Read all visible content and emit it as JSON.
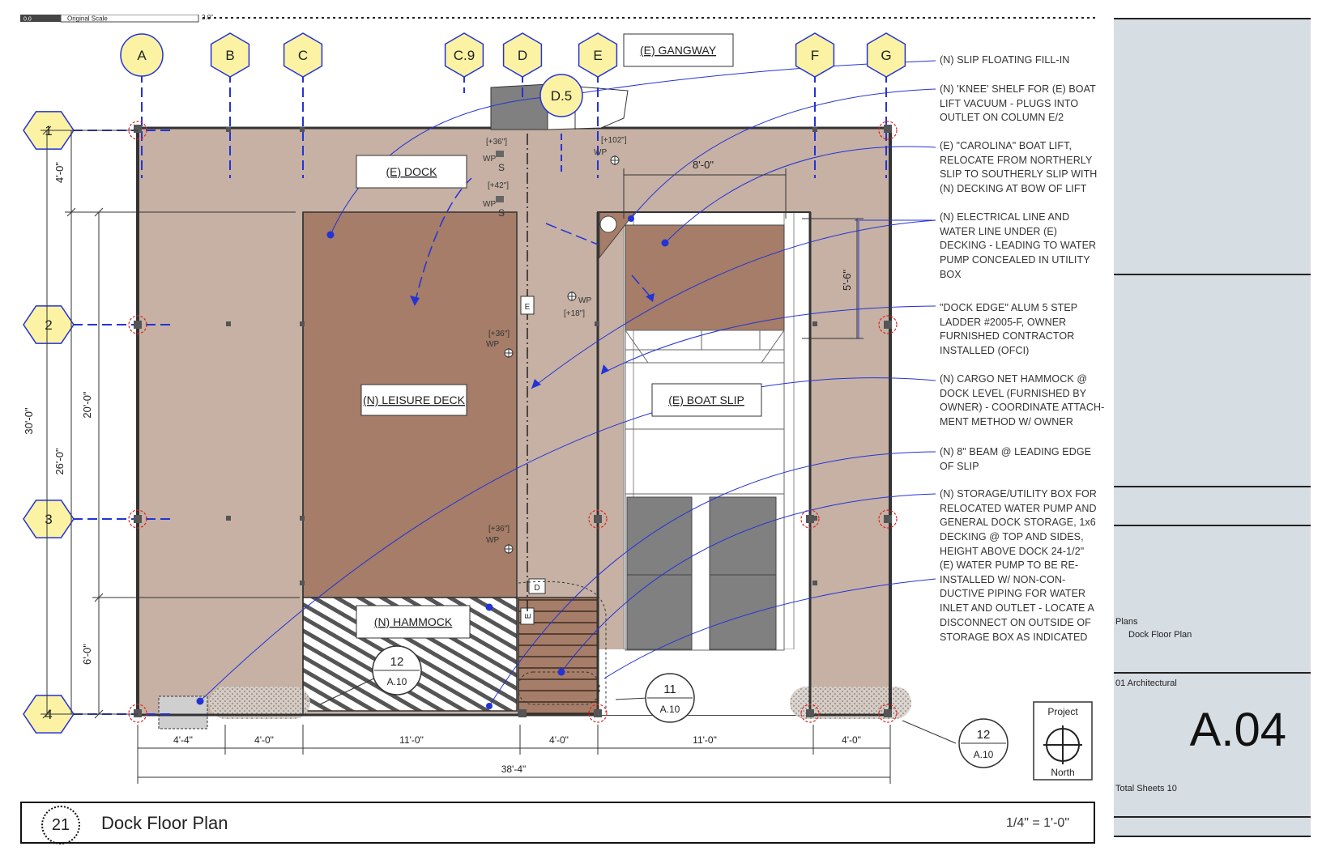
{
  "scale_bar": {
    "start": "0.0",
    "label": "Original Scale",
    "end": "2.0\""
  },
  "grid_columns": [
    {
      "id": "col-a",
      "label": "A"
    },
    {
      "id": "col-b",
      "label": "B"
    },
    {
      "id": "col-c",
      "label": "C"
    },
    {
      "id": "col-c9",
      "label": "C.9"
    },
    {
      "id": "col-d",
      "label": "D"
    },
    {
      "id": "col-d5",
      "label": "D.5"
    },
    {
      "id": "col-e",
      "label": "E"
    },
    {
      "id": "col-f",
      "label": "F"
    },
    {
      "id": "col-g",
      "label": "G"
    }
  ],
  "grid_rows": [
    "1",
    "2",
    "3",
    "4"
  ],
  "room_labels": {
    "gangway": "(E) GANGWAY",
    "dock": "(E) DOCK",
    "leisure_deck": "(N) LEISURE DECK",
    "boat_slip": "(E) BOAT SLIP",
    "hammock": "(N) HAMMOCK"
  },
  "annotations": {
    "wp_36_a": "[+36\"]",
    "wp_42": "[+42\"]",
    "wp_102": "[+102\"]",
    "wp_18": "[+18\"]",
    "wp_36_b": "[+36\"]",
    "wp_36_c": "[+36\"]",
    "wp": "WP",
    "switch": "S",
    "e": "E",
    "d": "D"
  },
  "dimensions": {
    "d_4_0_left": "4'-0\"",
    "d_30_0": "30'-0\"",
    "d_26_0": "26'-0\"",
    "d_20_0": "20'-0\"",
    "d_6_0": "6'-0\"",
    "d_8_0": "8'-0\"",
    "d_5_6": "5'-6\"",
    "b_4_4": "4'-4\"",
    "b_4_0_a": "4'-0\"",
    "b_11_0_a": "11'-0\"",
    "b_4_0_b": "4'-0\"",
    "b_11_0_b": "11'-0\"",
    "b_4_0_c": "4'-0\"",
    "b_38_4": "38'-4\""
  },
  "section_tags": {
    "t1": {
      "num": "12",
      "sheet": "A.10"
    },
    "t2": {
      "num": "11",
      "sheet": "A.10"
    },
    "t3": {
      "num": "12",
      "sheet": "A.10"
    }
  },
  "north": {
    "top": "Project",
    "bottom": "North"
  },
  "notes": [
    {
      "lines": [
        "(N) SLIP FLOATING FILL-IN"
      ]
    },
    {
      "lines": [
        "(N) 'KNEE' SHELF FOR (E) BOAT",
        "LIFT VACUUM - PLUGS INTO",
        "OUTLET ON COLUMN E/2"
      ]
    },
    {
      "lines": [
        "(E) \"CAROLINA\" BOAT LIFT,",
        "RELOCATE FROM NORTHERLY",
        "SLIP TO SOUTHERLY SLIP WITH",
        "(N) DECKING AT BOW OF LIFT"
      ]
    },
    {
      "lines": [
        "(N) ELECTRICAL LINE AND",
        "WATER LINE UNDER (E)",
        "DECKING - LEADING TO WATER",
        "PUMP CONCEALED IN UTILITY",
        "BOX"
      ]
    },
    {
      "lines": [
        "\"DOCK EDGE\" ALUM 5 STEP",
        "LADDER #2005-F, OWNER",
        "FURNISHED CONTRACTOR",
        "INSTALLED (OFCI)"
      ]
    },
    {
      "lines": [
        "(N) CARGO NET HAMMOCK @",
        "DOCK LEVEL (FURNISHED BY",
        "OWNER) - COORDINATE ATTACH-",
        "MENT METHOD W/ OWNER"
      ]
    },
    {
      "lines": [
        "(N) 8\" BEAM @ LEADING EDGE",
        "OF SLIP"
      ]
    },
    {
      "lines": [
        "(N) STORAGE/UTILITY BOX FOR",
        "RELOCATED WATER PUMP AND",
        "GENERAL DOCK STORAGE, 1x6",
        "DECKING @ TOP AND SIDES,",
        "HEIGHT ABOVE DOCK 24-1/2\""
      ]
    },
    {
      "lines": [
        "(E) WATER PUMP TO BE RE-",
        "INSTALLED W/ NON-CON-",
        "DUCTIVE PIPING FOR WATER",
        "INLET AND OUTLET - LOCATE A",
        "DISCONNECT ON OUTSIDE OF",
        "STORAGE BOX AS INDICATED"
      ]
    }
  ],
  "title_block": {
    "section": "Plans",
    "sheet_name": "Dock Floor Plan",
    "discipline": "01 Architectural",
    "sheet_number": "A.04",
    "total_sheets": "Total Sheets 10"
  },
  "title_bar": {
    "number": "21",
    "title": "Dock Floor Plan",
    "scale": "1/4\" = 1'-0\""
  },
  "colors": {
    "deck": "#c6b1a4",
    "new_deck": "#a57d68",
    "bubble": "#fbf2a4",
    "leader": "#2433d6",
    "titleblock": "#d6dde3"
  }
}
